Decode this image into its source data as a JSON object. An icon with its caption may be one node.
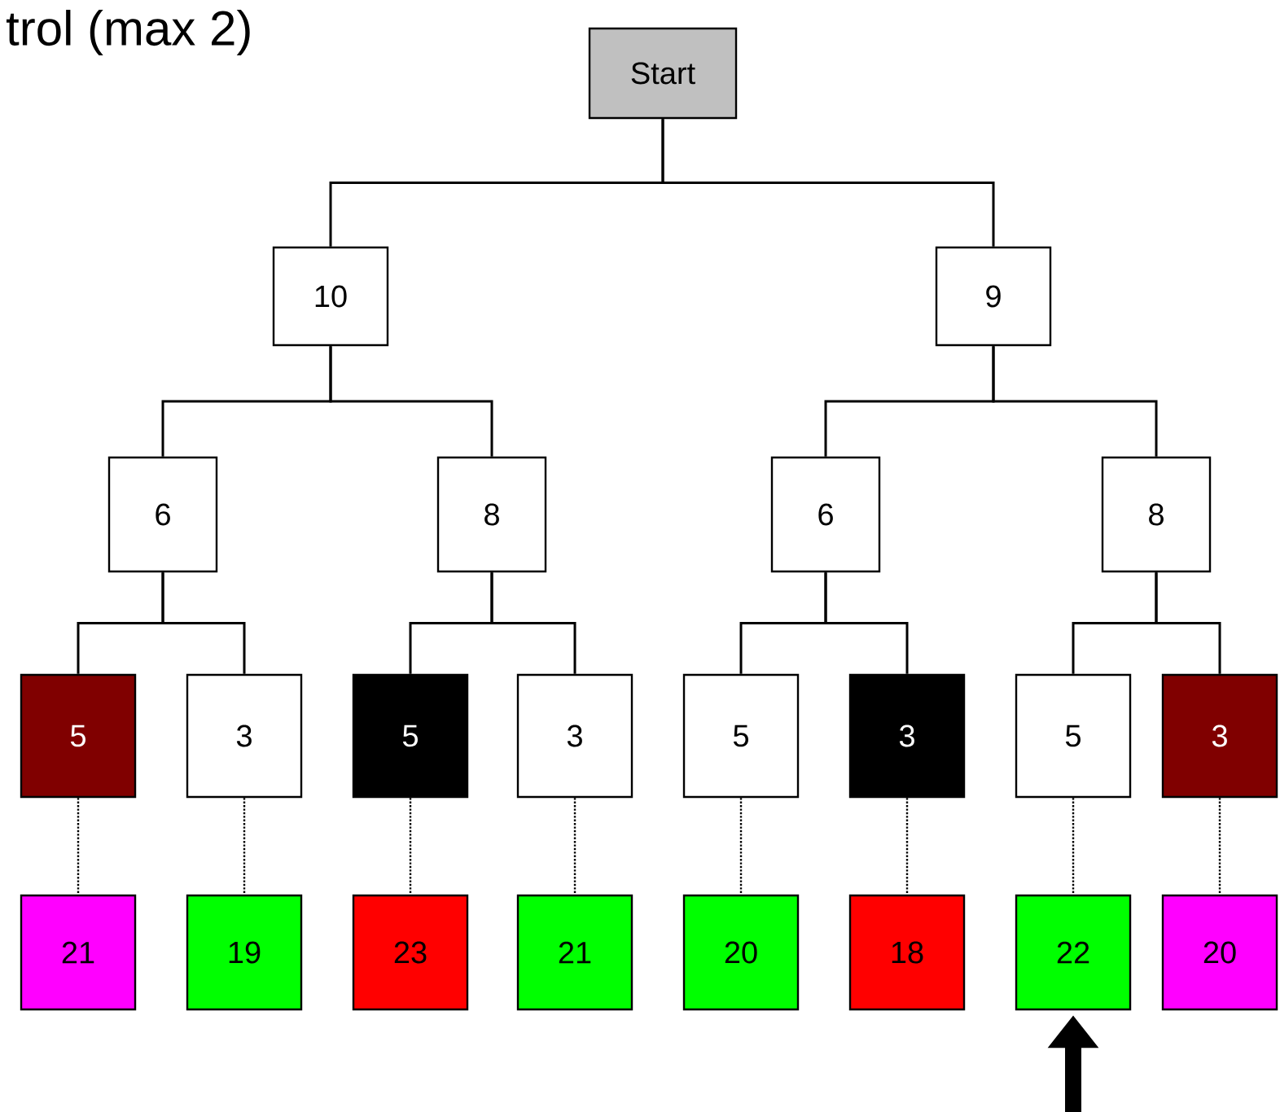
{
  "diagram": {
    "nodes": [
      {
        "text": [
          "Start"
        ]
      },
      {
        "text": [
          "10"
        ]
      },
      {
        "text": [
          "9"
        ]
      },
      {
        "text": [
          "6"
        ]
      },
      {
        "text": [
          "8"
        ]
      },
      {
        "text": [
          "6"
        ]
      },
      {
        "text": [
          "8"
        ]
      },
      {
        "text": [
          "5"
        ]
      },
      {
        "text": [
          "3"
        ]
      },
      {
        "text": [
          "5"
        ]
      },
      {
        "text": [
          "3"
        ]
      },
      {
        "text": [
          "5"
        ]
      },
      {
        "text": [
          "3"
        ]
      },
      {
        "text": [
          "5"
        ]
      },
      {
        "text": [
          "3"
        ]
      },
      {
        "text": [
          "21"
        ]
      },
      {
        "text": [
          "19"
        ]
      },
      {
        "text": [
          "23"
        ]
      },
      {
        "text": [
          "21"
        ]
      },
      {
        "text": [
          "20"
        ]
      },
      {
        "text": [
          "18"
        ]
      },
      {
        "text": [
          "22"
        ]
      },
      {
        "text": [
          "20"
        ]
      }
    ],
    "edges": [
      {
        "from": 0,
        "to": 1,
        "arrow": "none"
      },
      {
        "from": 0,
        "to": 2,
        "arrow": "none"
      },
      {
        "from": 1,
        "to": 3,
        "arrow": "none"
      },
      {
        "from": 1,
        "to": 4,
        "arrow": "none"
      },
      {
        "from": 2,
        "to": 5,
        "arrow": "none"
      },
      {
        "from": 2,
        "to": 6,
        "arrow": "none"
      },
      {
        "from": 3,
        "to": 7,
        "arrow": "none"
      },
      {
        "from": 3,
        "to": 8,
        "arrow": "none"
      },
      {
        "from": 4,
        "to": 9,
        "arrow": "none"
      },
      {
        "from": 4,
        "to": 10,
        "arrow": "none"
      },
      {
        "from": 5,
        "to": 11,
        "arrow": "none"
      },
      {
        "from": 5,
        "to": 12,
        "arrow": "none"
      },
      {
        "from": 6,
        "to": 13,
        "arrow": "none"
      },
      {
        "from": 6,
        "to": 14,
        "arrow": "none"
      },
      {
        "from": 7,
        "to": 15,
        "arrow": "none",
        "style": "dashed"
      },
      {
        "from": 8,
        "to": 16,
        "arrow": "none",
        "style": "dashed"
      },
      {
        "from": 9,
        "to": 17,
        "arrow": "none",
        "style": "dashed"
      },
      {
        "from": 10,
        "to": 18,
        "arrow": "none",
        "style": "dashed"
      },
      {
        "from": 11,
        "to": 19,
        "arrow": "none",
        "style": "dashed"
      },
      {
        "from": 12,
        "to": 20,
        "arrow": "none",
        "style": "dashed"
      },
      {
        "from": 13,
        "to": 21,
        "arrow": "none",
        "style": "dashed"
      },
      {
        "from": 14,
        "to": 22,
        "arrow": "none",
        "style": "dashed"
      },
      {
        "from": null,
        "to": 21,
        "arrow": "to",
        "style": "thick"
      }
    ],
    "labels": [
      "trol (max 2)"
    ]
  }
}
